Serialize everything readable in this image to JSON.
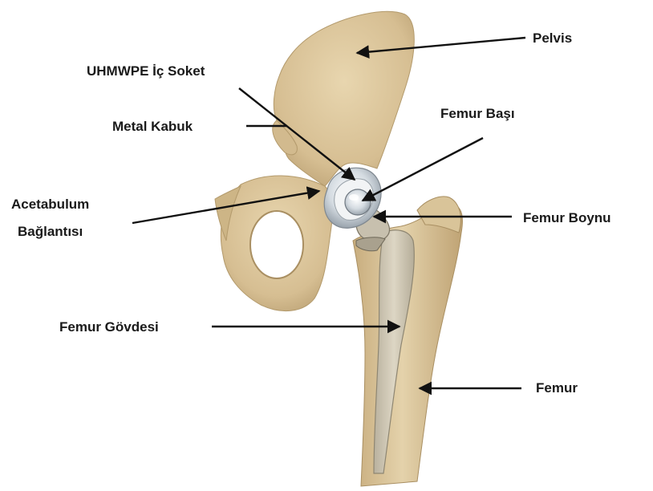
{
  "labels": {
    "pelvis": "Pelvis",
    "inner_socket": "UHMWPE İç Soket",
    "metal_shell": "Metal Kabuk",
    "femoral_head": "Femur Başı",
    "acetabulum_line1": "Acetabulum",
    "acetabulum_line2": "Bağlantısı",
    "femoral_neck": "Femur Boynu",
    "femoral_stem": "Femur Gövdesi",
    "femur": "Femur"
  },
  "colors": {
    "bone": "#d8c39a",
    "bone_shadow": "#b89f72",
    "implant_stem": "#c9c1ad",
    "metal": "#cfd6dc",
    "arrow": "#111111"
  }
}
